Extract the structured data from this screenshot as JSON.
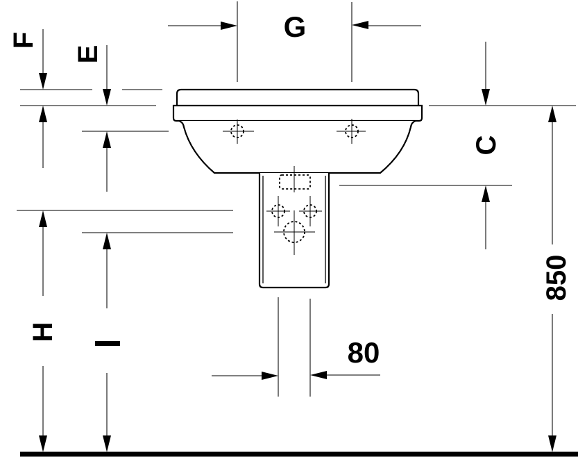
{
  "diagram": {
    "type": "technical-drawing",
    "subject": "washbasin with semi-pedestal, front elevation",
    "labels": {
      "F": "F",
      "E": "E",
      "G": "G",
      "C": "C",
      "H": "H",
      "I": "I"
    },
    "dimensions": {
      "height_to_rim": "850",
      "pipe_width": "80"
    },
    "colors": {
      "line": "#000000",
      "background": "#ffffff"
    }
  }
}
